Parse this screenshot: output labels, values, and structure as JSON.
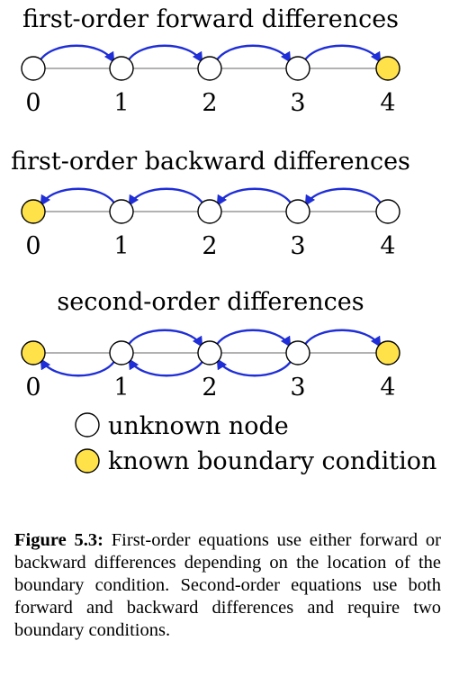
{
  "colors": {
    "unknown_fill": "#ffffff",
    "known_fill": "#ffe14a",
    "arrow": "#1f2ed6",
    "line": "#999999",
    "stroke": "#000000"
  },
  "panels": [
    {
      "title": "first-order forward differences",
      "nodes": [
        {
          "label": "0",
          "type": "unknown"
        },
        {
          "label": "1",
          "type": "unknown"
        },
        {
          "label": "2",
          "type": "unknown"
        },
        {
          "label": "3",
          "type": "unknown"
        },
        {
          "label": "4",
          "type": "known"
        }
      ],
      "arrows": [
        {
          "from": 0,
          "to": 1,
          "side": "top"
        },
        {
          "from": 1,
          "to": 2,
          "side": "top"
        },
        {
          "from": 2,
          "to": 3,
          "side": "top"
        },
        {
          "from": 3,
          "to": 4,
          "side": "top"
        }
      ]
    },
    {
      "title": "first-order backward differences",
      "nodes": [
        {
          "label": "0",
          "type": "known"
        },
        {
          "label": "1",
          "type": "unknown"
        },
        {
          "label": "2",
          "type": "unknown"
        },
        {
          "label": "3",
          "type": "unknown"
        },
        {
          "label": "4",
          "type": "unknown"
        }
      ],
      "arrows": [
        {
          "from": 1,
          "to": 0,
          "side": "top"
        },
        {
          "from": 2,
          "to": 1,
          "side": "top"
        },
        {
          "from": 3,
          "to": 2,
          "side": "top"
        },
        {
          "from": 4,
          "to": 3,
          "side": "top"
        }
      ]
    },
    {
      "title": "second-order differences",
      "nodes": [
        {
          "label": "0",
          "type": "known"
        },
        {
          "label": "1",
          "type": "unknown"
        },
        {
          "label": "2",
          "type": "unknown"
        },
        {
          "label": "3",
          "type": "unknown"
        },
        {
          "label": "4",
          "type": "known"
        }
      ],
      "arrows": [
        {
          "from": 1,
          "to": 2,
          "side": "top"
        },
        {
          "from": 2,
          "to": 3,
          "side": "top"
        },
        {
          "from": 3,
          "to": 4,
          "side": "top"
        },
        {
          "from": 1,
          "to": 0,
          "side": "bottom"
        },
        {
          "from": 2,
          "to": 1,
          "side": "bottom"
        },
        {
          "from": 3,
          "to": 2,
          "side": "bottom"
        }
      ]
    }
  ],
  "legend": [
    {
      "type": "unknown",
      "label": "unknown node"
    },
    {
      "type": "known",
      "label": "known boundary condition"
    }
  ],
  "caption": {
    "label": "Figure 5.3:",
    "text": "First-order equations use either forward or backward differences depending on the location of the boundary condition. Second-order equations use both forward and backward differences and require two boundary conditions."
  }
}
